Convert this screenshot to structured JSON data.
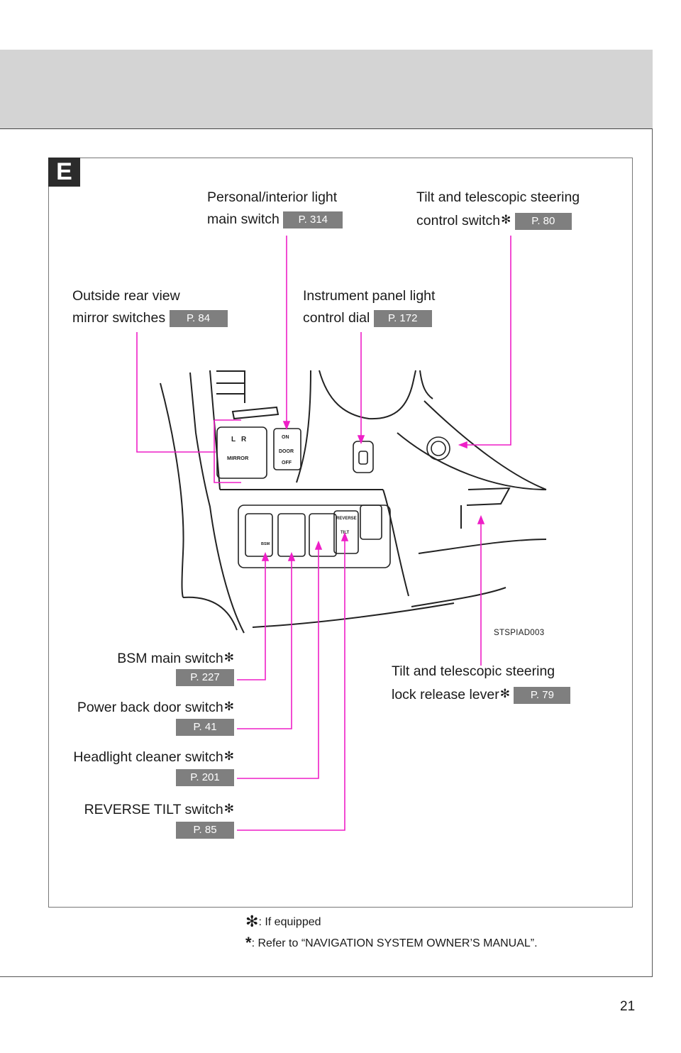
{
  "section": "E",
  "callouts": {
    "personal_light": {
      "line1": "Personal/interior light",
      "line2": "main switch",
      "ref": "P. 314"
    },
    "tilt_switch": {
      "line1": "Tilt and telescopic steering",
      "line2": "control switch",
      "asterisk": "✻",
      "ref": "P. 80"
    },
    "mirror": {
      "line1": "Outside rear view",
      "line2": "mirror switches",
      "ref": "P. 84"
    },
    "panel_light": {
      "line1": "Instrument panel light",
      "line2": "control dial",
      "ref": "P. 172"
    },
    "bsm": {
      "label": "BSM main switch",
      "asterisk": "✻",
      "ref": "P. 227"
    },
    "power_door": {
      "label": "Power back door switch",
      "asterisk": "✻",
      "ref": "P. 41"
    },
    "headlight": {
      "label": "Headlight cleaner switch",
      "asterisk": "✻",
      "ref": "P. 201"
    },
    "reverse_tilt": {
      "label": "REVERSE TILT switch",
      "asterisk": "✻",
      "ref": "P. 85"
    },
    "tilt_lever": {
      "line1": "Tilt and telescopic steering",
      "line2": "lock release lever",
      "asterisk": "✻",
      "ref": "P. 79"
    }
  },
  "diagram_labels": {
    "l": "L",
    "r": "R",
    "mirror": "MIRROR",
    "on": "ON",
    "door": "DOOR",
    "off": "OFF",
    "reverse": "REVERSE",
    "tilt": "TILT",
    "bsm": "BSM"
  },
  "image_code": "STSPIAD003",
  "footnotes": [
    {
      "symbol": "✻",
      "text": ": If equipped"
    },
    {
      "symbol": "*",
      "text": ": Refer to “NAVIGATION SYSTEM OWNER’S MANUAL”."
    }
  ],
  "page_number": "21",
  "colors": {
    "leader": "#ee1fc7",
    "ref_bg": "#7f7f7f",
    "band": "#d4d4d4"
  }
}
